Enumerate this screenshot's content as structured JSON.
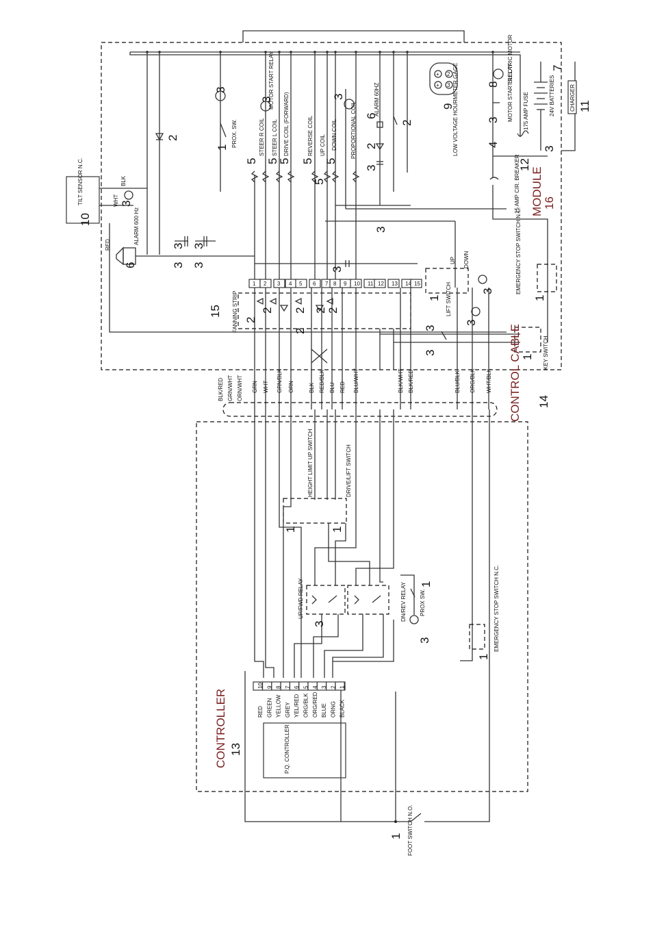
{
  "module": {
    "title": "MODULE",
    "number": "16",
    "fanning_strip": {
      "label": "FANNING STRIP",
      "number": "15",
      "terminals": [
        "1",
        "2",
        "3",
        "4",
        "5",
        "6",
        "7",
        "8",
        "9",
        "10",
        "11",
        "12",
        "13",
        "14",
        "15"
      ]
    },
    "tilt_sensor": {
      "label": "TILT SENSOR N.C.",
      "number": "10",
      "num3": "3",
      "blk": "BLK",
      "wht": "WHT",
      "red": "RED"
    },
    "alarm_600": {
      "label": "ALARM 600 Hz",
      "number": "6"
    },
    "prox_sw": {
      "label": "PROX. SW.",
      "number": "1"
    },
    "motor_start_relay_coil": {
      "label": "MOTOR START RELAY",
      "number": "3"
    },
    "coils": [
      {
        "label": "STEER R COIL",
        "number": "5"
      },
      {
        "label": "STEER L COIL",
        "number": "5"
      },
      {
        "label": "DRIVE COIL (FORWARD)",
        "number": "5"
      },
      {
        "label": "REVERSE COIL",
        "number": "5"
      },
      {
        "label": "UP COIL",
        "number": "5"
      },
      {
        "label": "DOWN COIL",
        "number": "5"
      },
      {
        "label": "PROPORTIONAL COIL",
        "number": "3"
      }
    ],
    "alarm_60": {
      "label": "ALARM 60HZ",
      "number": "6",
      "n2a": "2",
      "n2b": "2"
    },
    "hourmeter": {
      "label": "LOW VOLTAGE HOURMETER GAGE",
      "number": "9"
    },
    "motor_start_relay": {
      "label": "MOTOR START RELAY",
      "number": "3"
    },
    "fuse": {
      "label": "175 AMP FUSE",
      "number": "4"
    },
    "electric_motor": {
      "label": "ELECTRIC MOTOR",
      "number": "8"
    },
    "batteries": {
      "label": "24V BATTERIES",
      "number": "7"
    },
    "charger": {
      "label": "CHARGER",
      "number": "11",
      "n3": "3"
    },
    "breaker": {
      "label": "15 AMP CIR. BREAKER",
      "number": "12"
    },
    "lift_switch": {
      "label": "LIFT SWITCH",
      "number": "1",
      "up": "UP",
      "down": "DOWN"
    },
    "estop": {
      "label": "EMERGENCY STOP SWITCH N.C.",
      "number": "1"
    },
    "key_switch": {
      "label": "KEY SWITCH",
      "number": "1"
    },
    "misc_numbers": [
      "2",
      "3",
      "3",
      "3",
      "3",
      "3",
      "3",
      "3",
      "3",
      "2",
      "2",
      "2",
      "2",
      "2",
      "2"
    ]
  },
  "control_cable": {
    "title": "CONTROL CABLE",
    "number": "14",
    "wires": [
      "BLK/RED",
      "GRN/WHT",
      "ORN/WHT",
      "GRN",
      "WHT",
      "GRN/BLK",
      "ORN",
      "BLK",
      "RED/BLK",
      "BLU",
      "RED",
      "BLU/WHT",
      "BLK/WHT",
      "BLK/RED",
      "BLU/BLK",
      "ORG/BLK",
      "WHT/BLK"
    ]
  },
  "controller": {
    "title": "CONTROLLER",
    "number": "13",
    "pq": "P.Q. CONTROLLER",
    "pins": [
      {
        "n": "10",
        "c": "RED"
      },
      {
        "n": "9",
        "c": "GREEN"
      },
      {
        "n": "8",
        "c": "YELLOW"
      },
      {
        "n": "7",
        "c": "GREY"
      },
      {
        "n": "6",
        "c": "YEL/RED"
      },
      {
        "n": "5",
        "c": "ORG/BLK"
      },
      {
        "n": "4",
        "c": "ORG/RED"
      },
      {
        "n": "3",
        "c": "BLUE"
      },
      {
        "n": "2",
        "c": "ORNG"
      },
      {
        "n": "1",
        "c": "BLACK"
      }
    ],
    "height_limit": {
      "label": "HEIGHT LIMIT UP SWITCH",
      "number": "1"
    },
    "drive_lift": {
      "label": "DRIVE/LIFT SWITCH",
      "number": "1"
    },
    "up_fwd_relay": {
      "label": "UP/FWD RELAY",
      "number": "3"
    },
    "dn_rev_relay": {
      "label": "DN/REV RELAY",
      "number": "3"
    },
    "prox_sw": {
      "label": "PROX SW.",
      "number": "1"
    },
    "estop": {
      "label": "EMERGENCY STOP SWITCH N.C.",
      "number": "1"
    }
  },
  "foot_switch": {
    "label": "FOOT SWITCH N.O.",
    "number": "1"
  }
}
